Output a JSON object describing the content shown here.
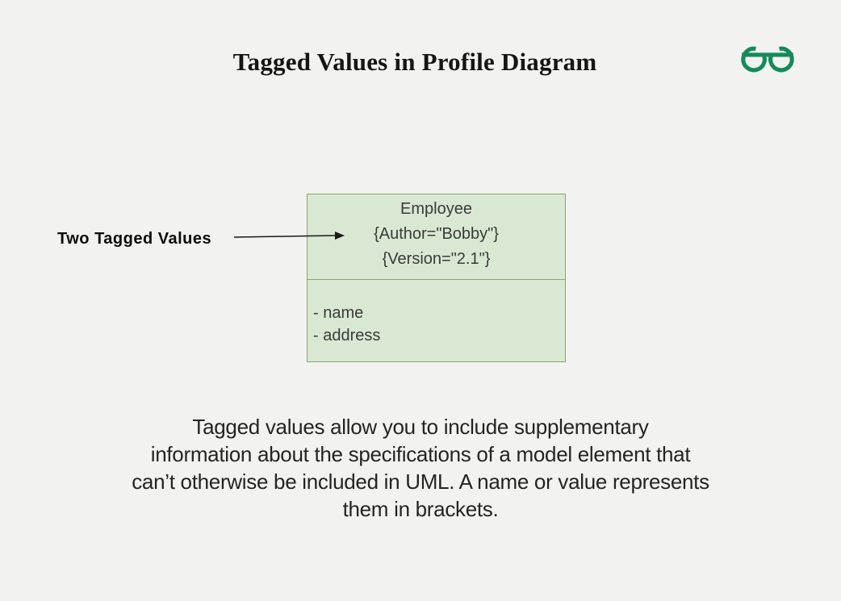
{
  "page": {
    "background_color": "#f2f2f1"
  },
  "header": {
    "title": "Tagged Values in Profile Diagram"
  },
  "logo": {
    "name": "GeeksforGeeks",
    "color": "#148A5A"
  },
  "diagram": {
    "annotation": {
      "label": "Two Tagged Values"
    },
    "class_box": {
      "title": "Employee",
      "tagged_values": [
        "{Author=\"Bobby\"}",
        "{Version=\"2.1\"}"
      ],
      "attributes": [
        "- name",
        "- address"
      ],
      "fill_color": "#d9e8d3",
      "border_color": "#90a373"
    },
    "arrow_color": "#1a1a1a"
  },
  "caption": {
    "lines": [
      "Tagged values allow you to include supplementary",
      "information about the specifications of a model element that",
      "can’t otherwise be included in UML. A name or value represents",
      "them in brackets."
    ]
  }
}
